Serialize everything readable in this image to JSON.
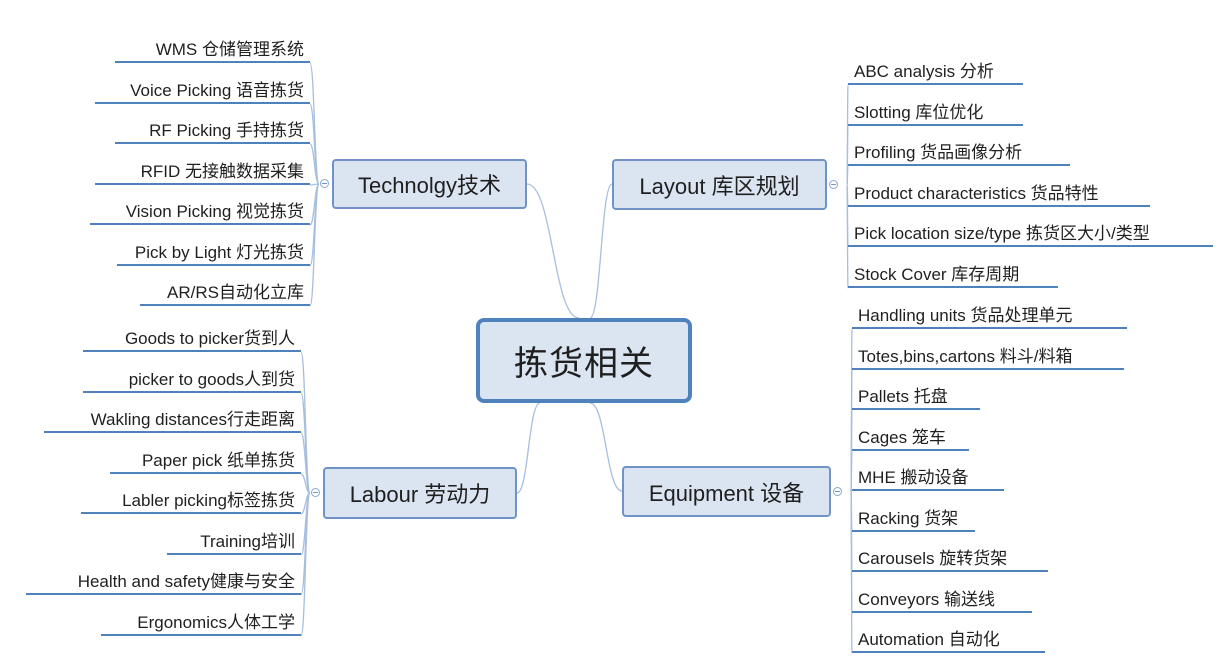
{
  "center": {
    "label": "拣货相关"
  },
  "technology": {
    "label": "Technolgy技术",
    "items": [
      "WMS 仓储管理系统",
      "Voice Picking 语音拣货",
      "RF Picking 手持拣货",
      "RFID 无接触数据采集",
      "Vision Picking 视觉拣货",
      "Pick by Light 灯光拣货",
      "AR/RS自动化立库"
    ]
  },
  "layout": {
    "label": "Layout 库区规划",
    "items": [
      "ABC analysis 分析",
      "Slotting 库位优化",
      "Profiling 货品画像分析",
      "Product characteristics 货品特性",
      "Pick location size/type 拣货区大小/类型",
      "Stock Cover 库存周期"
    ]
  },
  "labour": {
    "label": "Labour 劳动力",
    "items": [
      "Goods to picker货到人",
      "picker to goods人到货",
      "Wakling distances行走距离",
      "Paper pick 纸单拣货",
      "Labler picking标签拣货",
      "Training培训",
      "Health and safety健康与安全",
      "Ergonomics人体工学"
    ]
  },
  "equipment": {
    "label": "Equipment 设备",
    "items": [
      "Handling units 货品处理单元",
      "Totes,bins,cartons 料斗/料箱",
      "Pallets 托盘",
      "Cages 笼车",
      "MHE 搬动设备",
      "Racking 货架",
      "Carousels 旋转货架",
      "Conveyors 输送线",
      "Automation 自动化"
    ]
  },
  "colors": {
    "line": "#a8bede",
    "node_fill": "#dbe5f1",
    "node_border": "#6f93c6",
    "center_border": "#4f81bd",
    "underline": "#4f81bd"
  }
}
